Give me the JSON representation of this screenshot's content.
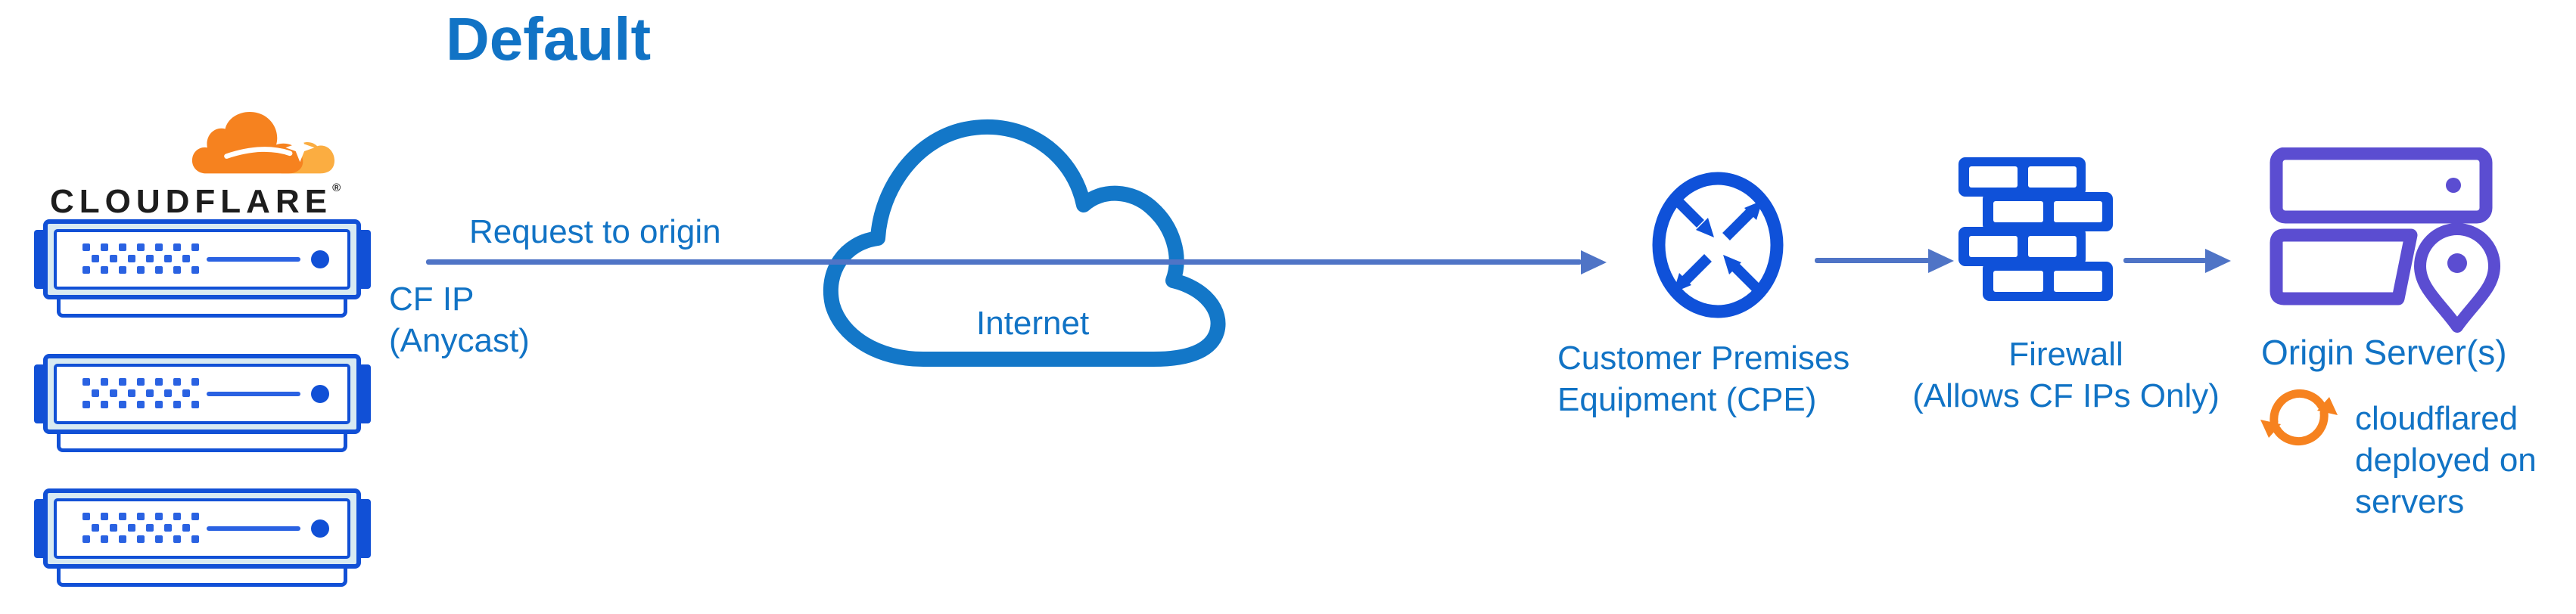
{
  "title": "Default",
  "brand": {
    "wordmark": "CLOUDFLARE",
    "registered": "®"
  },
  "flow": {
    "request_label": "Request to origin",
    "cf_ip_line1": "CF IP",
    "cf_ip_line2": "(Anycast)",
    "internet_label": "Internet"
  },
  "nodes": {
    "cpe": {
      "label_line1": "Customer Premises",
      "label_line2": "Equipment (CPE)"
    },
    "firewall": {
      "label_line1": "Firewall",
      "label_line2": "(Allows CF IPs Only)"
    },
    "origin": {
      "label": "Origin Server(s)",
      "note_line1": "cloudflared",
      "note_line2": "deployed on",
      "note_line3": "servers"
    }
  },
  "icons": {
    "cloudflare_logo": "orange cloud logo",
    "server_rack": "cloudflare edge server",
    "internet_cloud": "internet cloud outline",
    "cpe_router": "router circle with four arrows",
    "firewall": "brick wall",
    "origin_servers": "stacked servers with location pin",
    "sync": "orange circular arrows"
  },
  "colors": {
    "label_blue": "#1173c5",
    "arrow_blue": "#4f74c6",
    "icon_blue": "#0f51d9",
    "rack_blue": "#1150d6",
    "rack_pale": "#d8eaf2",
    "cloud_stroke": "#1377c8",
    "purple": "#5b4dd1",
    "orange": "#f6821f",
    "light_orange": "#fbad41"
  }
}
